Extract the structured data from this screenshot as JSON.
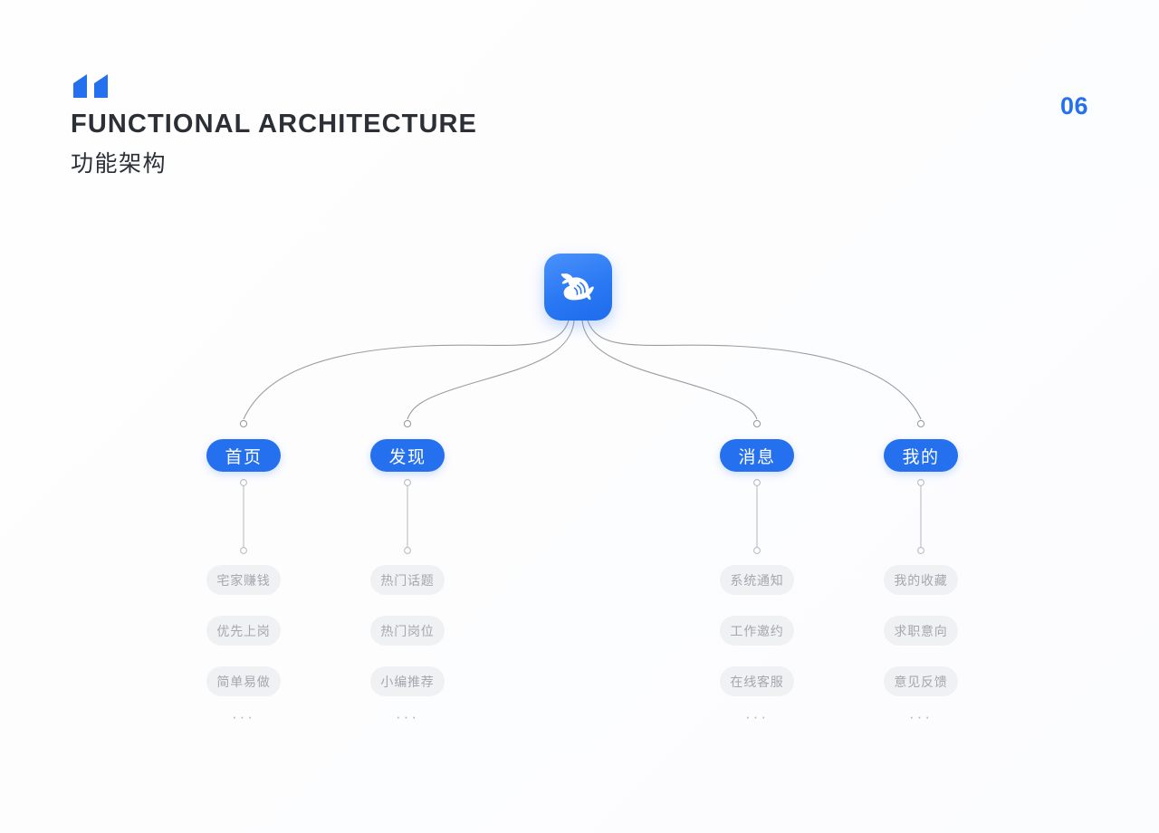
{
  "header": {
    "decoration": "quote-mark",
    "title_en": "FUNCTIONAL ARCHITECTURE",
    "title_cn": "功能架构",
    "page_number": "06",
    "accent_color": "#2570ee",
    "text_color": "#2b2f36"
  },
  "diagram": {
    "root": {
      "icon": "whale-logo-icon",
      "background_color": "#2570ee"
    },
    "branches": [
      {
        "label": "首页",
        "children": [
          "宅家赚钱",
          "优先上岗",
          "简单易做"
        ],
        "more": "···"
      },
      {
        "label": "发现",
        "children": [
          "热门话题",
          "热门岗位",
          "小编推荐"
        ],
        "more": "···"
      },
      {
        "label": "消息",
        "children": [
          "系统通知",
          "工作邀约",
          "在线客服"
        ],
        "more": "···"
      },
      {
        "label": "我的",
        "children": [
          "我的收藏",
          "求职意向",
          "意见反馈"
        ],
        "more": "···"
      }
    ],
    "colors": {
      "pill_bg": "#2570ee",
      "pill_text": "#ffffff",
      "chip_bg": "#f0f1f3",
      "chip_text": "#a4a7ad",
      "connector": "#9a9da2"
    }
  }
}
